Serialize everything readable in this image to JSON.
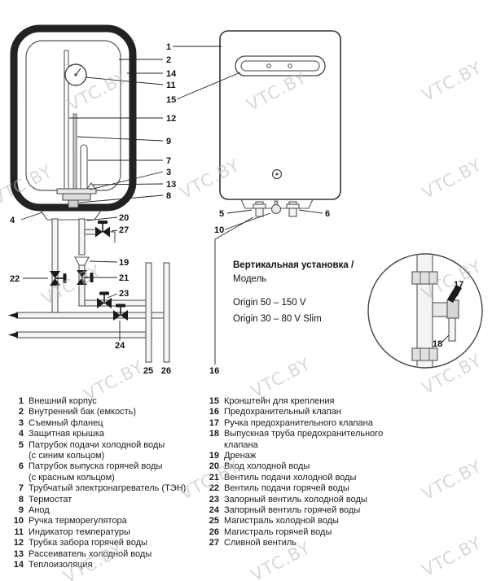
{
  "watermark": {
    "text": "VTC.BY"
  },
  "model_info": {
    "heading_bold": "Вертикальная установка /",
    "heading_regular": "Модель",
    "models": [
      "Origin 50 – 150 V",
      "Origin 30 – 80 V Slim"
    ]
  },
  "legend": {
    "items": [
      {
        "num": "1",
        "text": "Внешний корпус"
      },
      {
        "num": "2",
        "text": "Внутренний бак (емкость)"
      },
      {
        "num": "3",
        "text": "Съемный фланец"
      },
      {
        "num": "4",
        "text": "Защитная крышка"
      },
      {
        "num": "5",
        "text": "Патрубок подачи холодной воды\n(с синим кольцом)"
      },
      {
        "num": "6",
        "text": "Патрубок выпуска горячей воды\n(с красным кольцом)"
      },
      {
        "num": "7",
        "text": "Трубчатый электронагреватель (ТЭН)"
      },
      {
        "num": "8",
        "text": "Термостат"
      },
      {
        "num": "9",
        "text": "Анод"
      },
      {
        "num": "10",
        "text": "Ручка терморегулятора"
      },
      {
        "num": "11",
        "text": "Индикатор температуры"
      },
      {
        "num": "12",
        "text": "Трубка забора горячей воды"
      },
      {
        "num": "13",
        "text": "Рассеиватель холодной воды"
      },
      {
        "num": "14",
        "text": "Теплоизоляция"
      },
      {
        "num": "15",
        "text": "Кронштейн для крепления"
      },
      {
        "num": "16",
        "text": "Предохранительный клапан"
      },
      {
        "num": "17",
        "text": "Ручка предохранительного клапана"
      },
      {
        "num": "18",
        "text": "Выпускная труба предохранительного\nклапана"
      },
      {
        "num": "19",
        "text": "Дренаж"
      },
      {
        "num": "20",
        "text": "Вход холодной воды"
      },
      {
        "num": "21",
        "text": "Вентиль подачи холодной воды"
      },
      {
        "num": "22",
        "text": "Вентиль подачи горячей воды"
      },
      {
        "num": "23",
        "text": "Запорный вентиль холодной воды"
      },
      {
        "num": "24",
        "text": "Запорный вентиль горячей воды"
      },
      {
        "num": "25",
        "text": "Магистраль холодной воды"
      },
      {
        "num": "26",
        "text": "Магистраль горячей воды"
      },
      {
        "num": "27",
        "text": "Сливной вентиль"
      }
    ]
  }
}
